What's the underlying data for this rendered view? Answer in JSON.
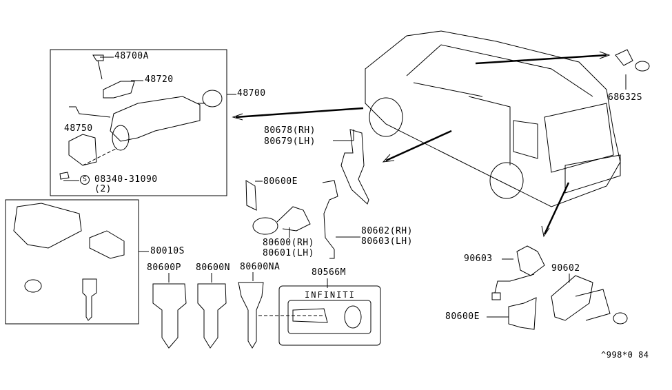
{
  "labels": {
    "p48700A": "48700A",
    "p48720": "48720",
    "p48700": "48700",
    "p48750": "48750",
    "p08340": "08340-31090",
    "p08340_qty": "(2)",
    "s_mark": "S",
    "p80010S": "80010S",
    "p80678": "80678(RH)",
    "p80679": "80679(LH)",
    "p80600E_a": "80600E",
    "p80600": "80600(RH)",
    "p80601": "80601(LH)",
    "p80602": "80602(RH)",
    "p80603": "80603(LH)",
    "p80600P": "80600P",
    "p80600N": "80600N",
    "p80600NA": "80600NA",
    "p80566M": "80566M",
    "infiniti": "INFINITI",
    "p68632S": "68632S",
    "p90603": "90603",
    "p90602": "90602",
    "p80600E_b": "80600E",
    "diagram_code": "^998*0 84"
  }
}
